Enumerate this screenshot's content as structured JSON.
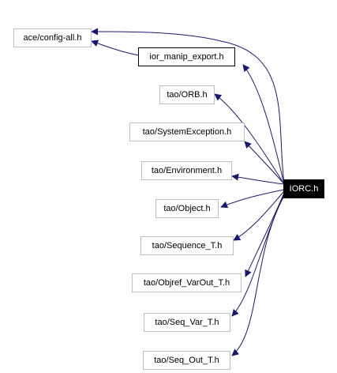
{
  "diagram": {
    "colors": {
      "edge": "#191970",
      "node_border": "#bfbfbf",
      "root_fill": "#000000",
      "root_text": "#ffffff"
    },
    "root": {
      "label": "IORC.h"
    },
    "nodes": [
      {
        "label": "ace/config-all.h"
      },
      {
        "label": "ior_manip_export.h"
      },
      {
        "label": "tao/ORB.h"
      },
      {
        "label": "tao/SystemException.h"
      },
      {
        "label": "tao/Environment.h"
      },
      {
        "label": "tao/Object.h"
      },
      {
        "label": "tao/Sequence_T.h"
      },
      {
        "label": "tao/Objref_VarOut_T.h"
      },
      {
        "label": "tao/Seq_Var_T.h"
      },
      {
        "label": "tao/Seq_Out_T.h"
      }
    ]
  }
}
